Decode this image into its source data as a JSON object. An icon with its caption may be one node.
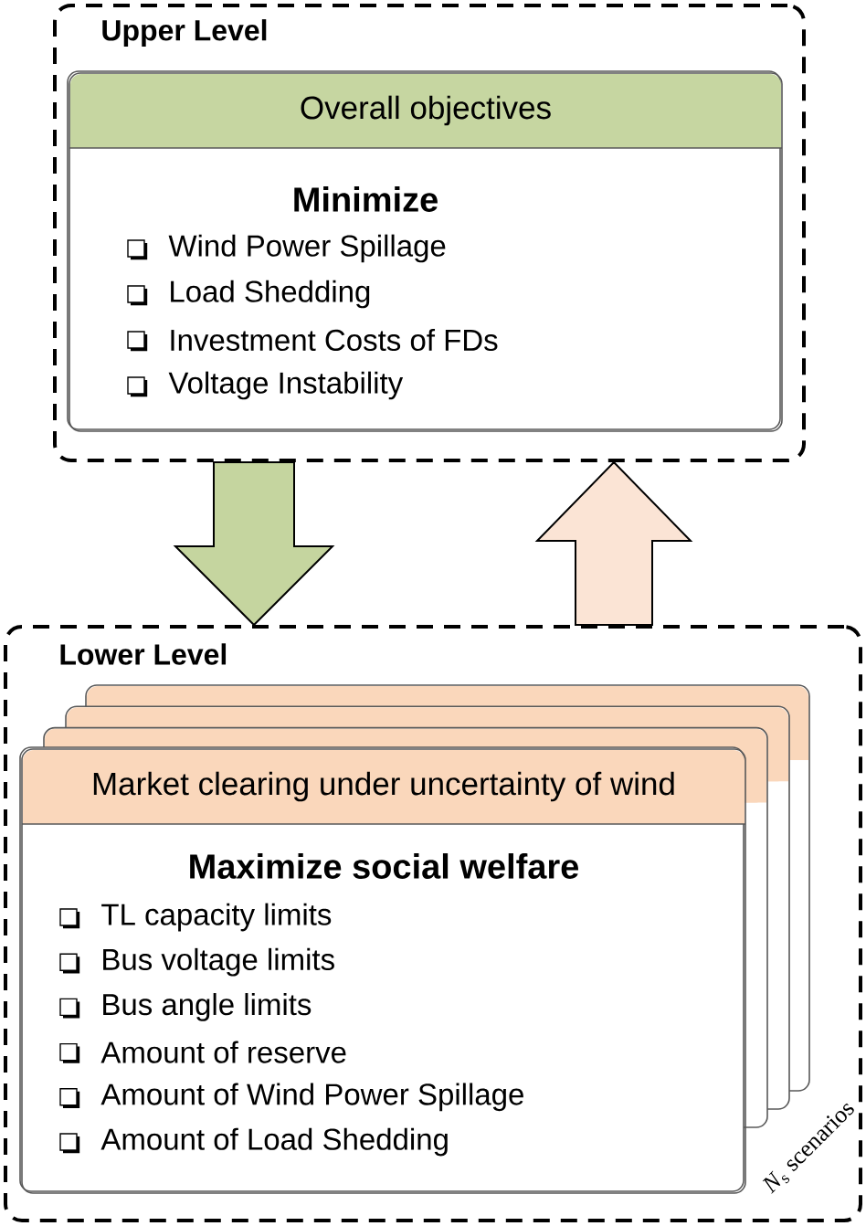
{
  "diagram": {
    "nodes": [
      {
        "text": [
          "Upper Level"
        ]
      },
      {
        "text": [
          "Overall objectives",
          "Minimize",
          "Wind Power Spillage",
          "Load Shedding",
          "Investment Costs of FDs",
          "Voltage Instability"
        ],
        "in": 0
      },
      {
        "text": [
          "Lower Level"
        ]
      },
      {
        "text": [
          "Market clearing under uncertainty of wind",
          "Maximize social welfare",
          "TL capacity limits",
          "Bus voltage limits",
          "Bus angle limits",
          "Amount of reserve",
          "Amount of Wind Power Spillage",
          "Amount of Load Shedding"
        ],
        "in": 2,
        "beside": [
          "*N*$_{s}$ scenarios"
        ]
      }
    ],
    "edges": [
      {
        "from": 0,
        "to": 2,
        "arrow": "to",
        "color": "#c5d59f"
      },
      {
        "from": 2,
        "to": 0,
        "arrow": "to",
        "color": "#fbe4d5"
      }
    ]
  }
}
